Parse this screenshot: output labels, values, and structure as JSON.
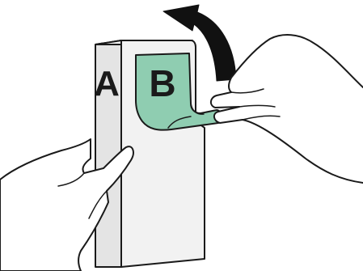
{
  "labels": {
    "side_a": "A",
    "side_b": "B"
  },
  "colors": {
    "tape": "#8fcdb1",
    "cartridge": "#f2f2f2",
    "cartridge_shade": "#e4e4e4",
    "outline": "#1a1a1a",
    "background": "#ffffff"
  },
  "icons": {
    "direction_arrow": "curved-arrow-up-left"
  }
}
